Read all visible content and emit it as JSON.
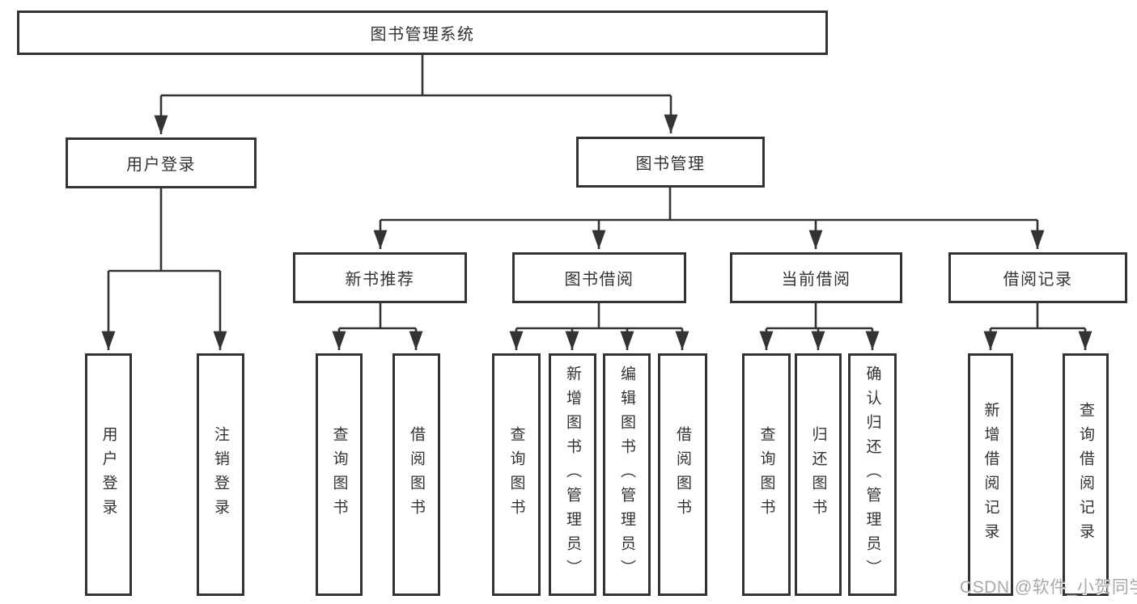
{
  "nodes": {
    "root": "图书管理系统",
    "user_login": "用户登录",
    "book_management": "图书管理",
    "new_book_recommend": "新书推荐",
    "book_borrowing": "图书借阅",
    "current_borrowing": "当前借阅",
    "borrowing_records": "借阅记录",
    "leaf_user_login": "用户登录",
    "leaf_logout": "注销登录",
    "leaf_query_books_1": "查询图书",
    "leaf_borrow_books_1": "借阅图书",
    "leaf_query_books_2": "查询图书",
    "leaf_add_books_admin": "新增图书（管理员）",
    "leaf_edit_books_admin": "编辑图书（管理员）",
    "leaf_borrow_books_2": "借阅图书",
    "leaf_query_books_3": "查询图书",
    "leaf_return_books": "归还图书",
    "leaf_confirm_return_admin": "确认归还（管理员）",
    "leaf_add_borrow_record": "新增借阅记录",
    "leaf_query_borrow_record": "查询借阅记录"
  },
  "watermark": "CSDN @软件_小贺同学",
  "colors": {
    "line": "#333333",
    "text": "#333333",
    "watermark": "#a9a9a9",
    "background": "#ffffff"
  }
}
